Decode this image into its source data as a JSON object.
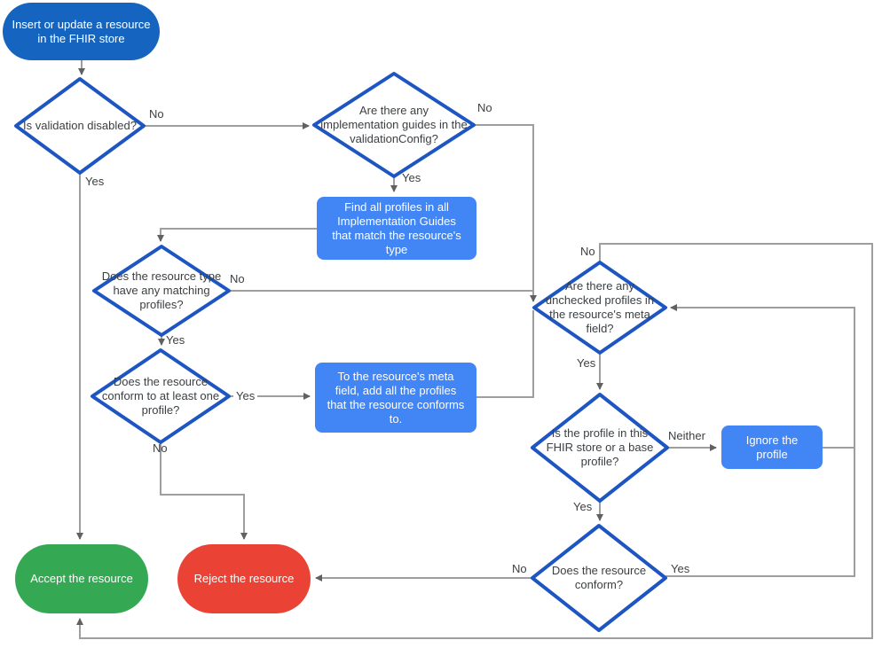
{
  "colors": {
    "start_fill": "#1565c0",
    "process_fill": "#4285f4",
    "accept_fill": "#34a853",
    "reject_fill": "#ea4335",
    "decision_border": "#1d56c2",
    "connector_line": "#9e9e9e",
    "arrowhead": "#616161",
    "node_text_on_color": "#ffffff",
    "decision_text": "#3c4043"
  },
  "nodes": {
    "start": "Insert or update a resource in the FHIR store",
    "validation_disabled": "Is validation disabled?",
    "implementation_guides": "Are there any implementation guides in the validationConfig?",
    "find_profiles": "Find all profiles in all Implementation Guides that match the resource's type",
    "matching_profiles": "Does the resource type have any matching profiles?",
    "conform_one": "Does the resource conform to at least one profile?",
    "add_profiles": "To the resource's meta field, add all the profiles that the resource conforms to.",
    "unchecked_profiles": "Are there any unchecked profiles in the resource's meta field?",
    "profile_in_store": "Is the profile in this FHIR store or a base profile?",
    "ignore_profile": "Ignore the profile",
    "resource_conform": "Does the resource conform?",
    "accept": "Accept the resource",
    "reject": "Reject the resource"
  },
  "edge_labels": {
    "validation_no": "No",
    "validation_yes": "Yes",
    "guides_no": "No",
    "guides_yes": "Yes",
    "matching_no": "No",
    "matching_yes": "Yes",
    "conform_one_yes": "Yes",
    "conform_one_no": "No",
    "unchecked_no": "No",
    "unchecked_yes": "Yes",
    "profile_neither": "Neither",
    "profile_yes": "Yes",
    "conform_no": "No",
    "conform_yes": "Yes"
  }
}
